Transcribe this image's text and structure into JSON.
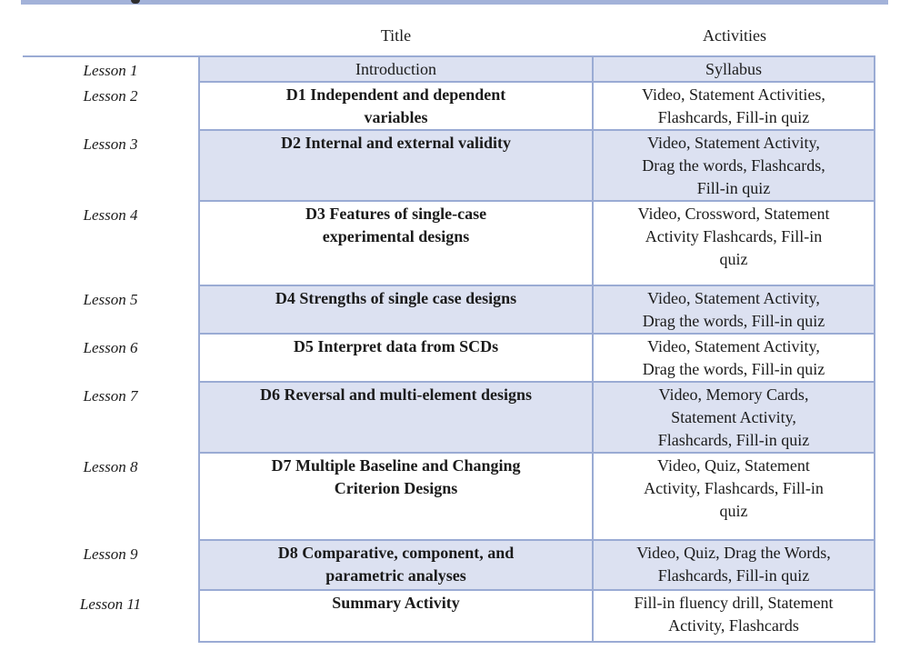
{
  "table": {
    "header": {
      "title": "Title",
      "activities": "Activities"
    },
    "rows": [
      {
        "lesson": "Lesson 1",
        "title": "Introduction",
        "title_bold": false,
        "activities": "Syllabus",
        "shaded": true
      },
      {
        "lesson": "Lesson 2",
        "title": "D1 Independent and dependent\nvariables",
        "title_bold": true,
        "activities": "Video, Statement Activities,\nFlashcards, Fill-in quiz",
        "shaded": false
      },
      {
        "lesson": "Lesson 3",
        "title": "D2 Internal and external validity",
        "title_bold": true,
        "activities": "Video, Statement Activity,\nDrag the words, Flashcards,\nFill-in quiz",
        "shaded": true
      },
      {
        "lesson": "Lesson 4",
        "title": "D3 Features of single-case\nexperimental designs",
        "title_bold": true,
        "activities": "Video, Crossword, Statement\nActivity Flashcards, Fill-in\nquiz",
        "shaded": false
      },
      {
        "lesson": "Lesson 5",
        "title": "D4 Strengths of single case designs",
        "title_bold": true,
        "activities": "Video, Statement Activity,\nDrag the words, Fill-in quiz",
        "shaded": true
      },
      {
        "lesson": "Lesson 6",
        "title": "D5 Interpret data from SCDs",
        "title_bold": true,
        "activities": "Video, Statement Activity,\nDrag the words, Fill-in quiz",
        "shaded": false
      },
      {
        "lesson": "Lesson 7",
        "title": "D6 Reversal and multi-element designs",
        "title_bold": true,
        "activities": "Video, Memory Cards,\nStatement Activity,\nFlashcards, Fill-in quiz",
        "shaded": true
      },
      {
        "lesson": "Lesson 8",
        "title": "D7 Multiple Baseline and Changing\nCriterion Designs",
        "title_bold": true,
        "activities": "Video, Quiz, Statement\nActivity, Flashcards, Fill-in\nquiz",
        "shaded": false
      },
      {
        "lesson": "Lesson 9",
        "title": "D8 Comparative, component, and\nparametric analyses",
        "title_bold": true,
        "activities": "Video, Quiz, Drag the Words,\nFlashcards, Fill-in quiz",
        "shaded": true
      },
      {
        "lesson": "Lesson 11",
        "title": "Summary Activity",
        "title_bold": true,
        "activities": "Fill-in fluency drill, Statement\nActivity, Flashcards",
        "shaded": false
      }
    ],
    "colors": {
      "row_shade": "#dce1f1",
      "border": "#9aabd4",
      "top_bar": "#a3b2d9",
      "text": "#1b1b1b"
    }
  }
}
